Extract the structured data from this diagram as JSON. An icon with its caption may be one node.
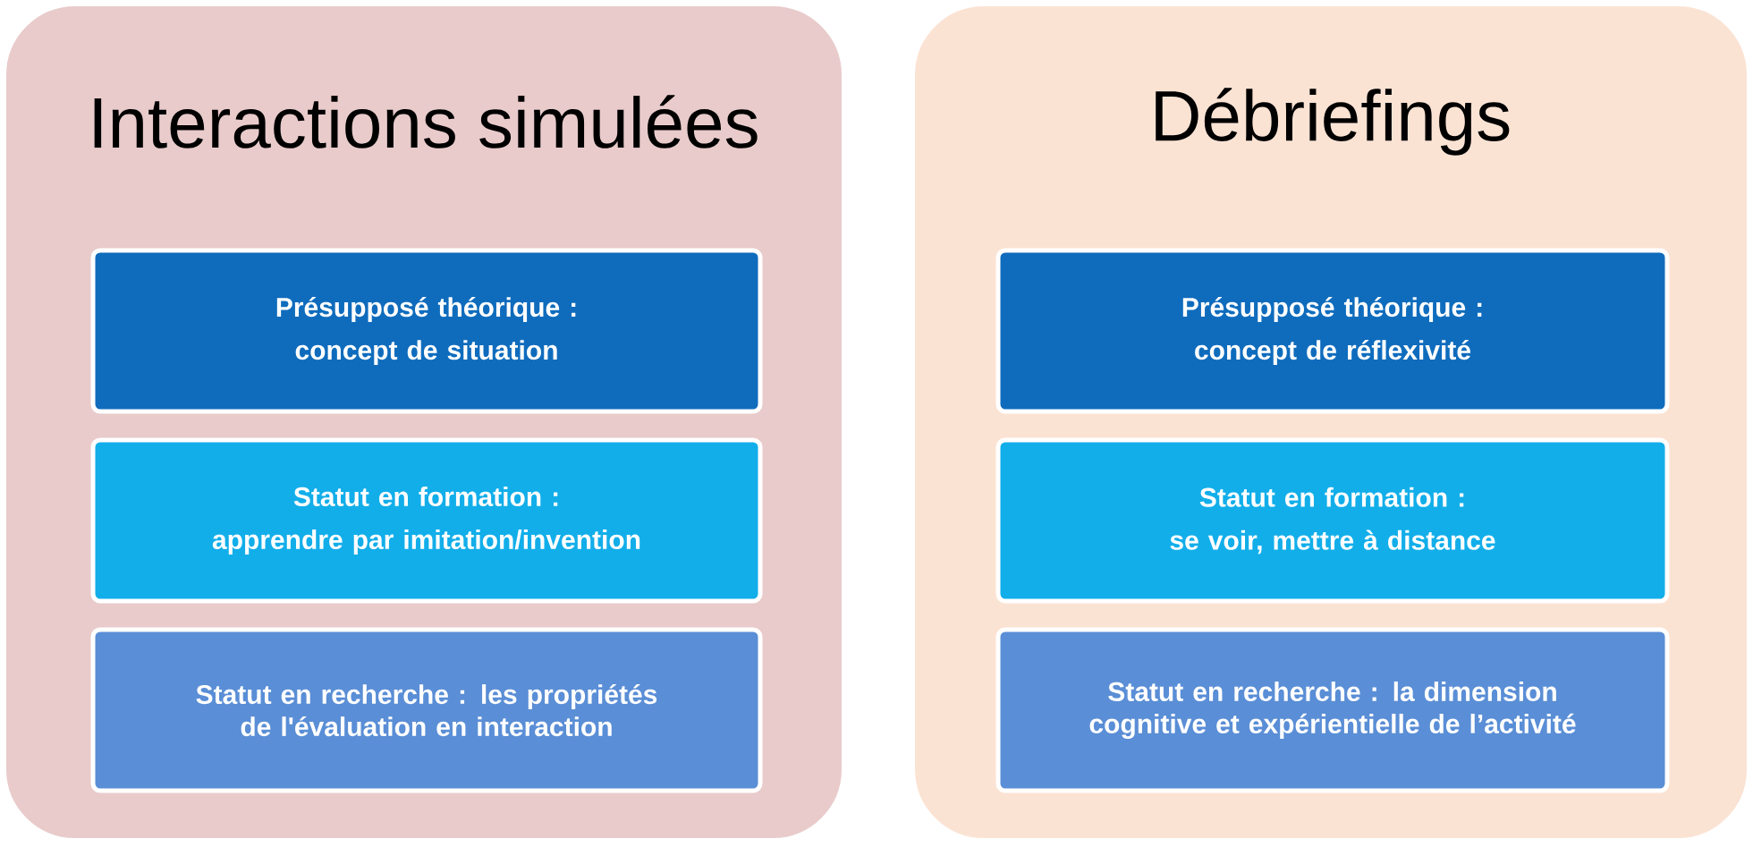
{
  "diagram": {
    "nodes": [
      {
        "text": [
          "Interactions simulées"
        ]
      },
      {
        "text": [
          "Présupposé théorique :",
          "concept de situation"
        ],
        "in": 0
      },
      {
        "text": [
          "Statut en formation :",
          "apprendre par imitation/invention"
        ],
        "in": 0
      },
      {
        "text": [
          "Statut en recherche : les propriétés de l'évaluation en interaction"
        ],
        "in": 0
      },
      {
        "text": [
          "Débriefings"
        ]
      },
      {
        "text": [
          "Présupposé théorique :",
          "concept de réflexivité"
        ],
        "in": 4
      },
      {
        "text": [
          "Statut en formation :",
          "se voir, mettre à distance"
        ],
        "in": 4
      },
      {
        "text": [
          "Statut en recherche : la dimension cognitive et expérientielle de l’activité"
        ],
        "in": 4
      }
    ]
  }
}
